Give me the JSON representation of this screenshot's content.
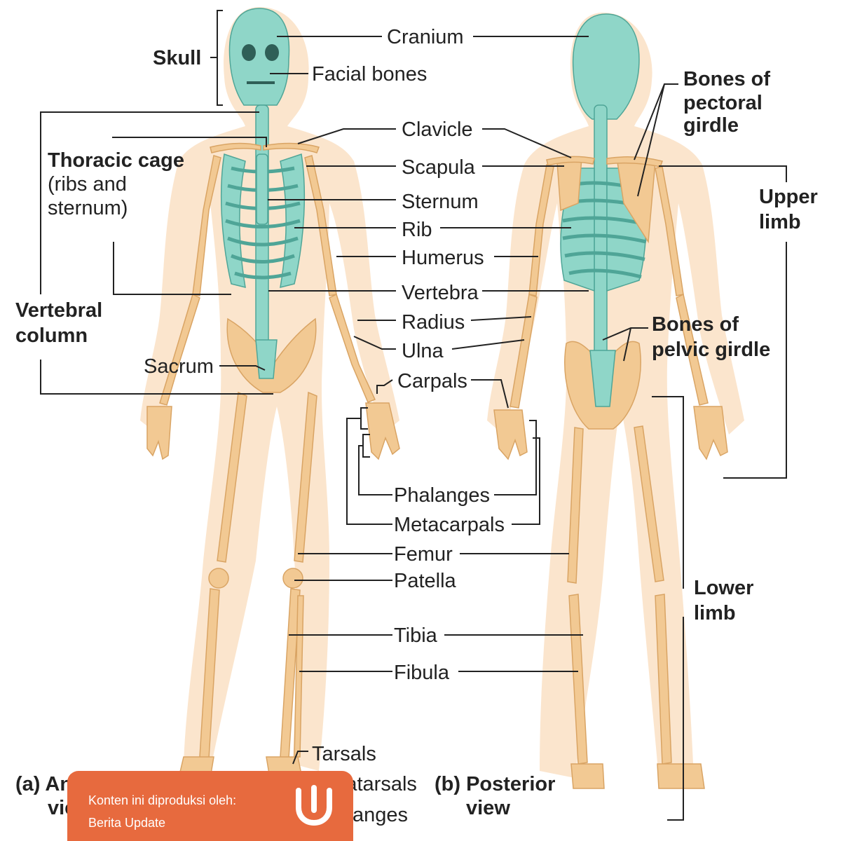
{
  "labels": {
    "cranium": "Cranium",
    "facial_bones": "Facial bones",
    "clavicle": "Clavicle",
    "scapula": "Scapula",
    "sternum": "Sternum",
    "rib": "Rib",
    "humerus": "Humerus",
    "vertebra": "Vertebra",
    "radius": "Radius",
    "ulna": "Ulna",
    "carpals": "Carpals",
    "phalanges": "Phalanges",
    "metacarpals": "Metacarpals",
    "femur": "Femur",
    "patella": "Patella",
    "tibia": "Tibia",
    "fibula": "Fibula",
    "tarsals": "Tarsals",
    "metatarsals_partial": "Metatarsals",
    "phalanges_foot_partial": "Phalanges",
    "sacrum": "Sacrum"
  },
  "groups": {
    "skull": "Skull",
    "thoracic_cage": "Thoracic cage",
    "thoracic_cage_sub1": "(ribs and",
    "thoracic_cage_sub2": "sternum)",
    "vertebral_column1": "Vertebral",
    "vertebral_column2": "column",
    "pectoral_girdle1": "Bones of",
    "pectoral_girdle2": "pectoral",
    "pectoral_girdle3": "girdle",
    "upper_limb1": "Upper",
    "upper_limb2": "limb",
    "pelvic_girdle1": "Bones of",
    "pelvic_girdle2": "pelvic girdle",
    "lower_limb1": "Lower",
    "lower_limb2": "limb"
  },
  "views": {
    "anterior1": "(a) Anterior",
    "anterior2": "view",
    "posterior1": "(b) Posterior",
    "posterior2": "view"
  },
  "banner": {
    "line1": "Konten ini diproduksi oleh:",
    "line2": "Berita Update"
  },
  "colors": {
    "axial": "#8fd6c8",
    "appendicular": "#f2c993",
    "banner": "#e76a3e"
  }
}
